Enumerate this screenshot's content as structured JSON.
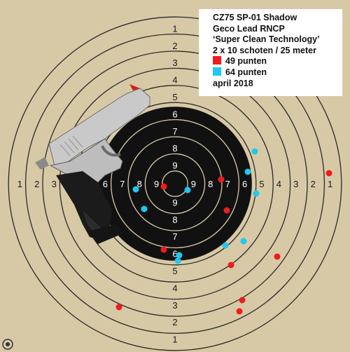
{
  "legend": {
    "title": "CZ75 SP-01 Shadow",
    "ammo": "Geco Lead RNCP",
    "tech": "‘Super Clean Technology’",
    "shots": "2 x 10 schoten / 25 meter",
    "series": [
      {
        "label": "49 punten",
        "color": "#ee1c1c"
      },
      {
        "label": "64 punten",
        "color": "#1ec8f0"
      }
    ],
    "date": "april 2018"
  },
  "target": {
    "ring_numbers": [
      "1",
      "2",
      "3",
      "4",
      "5",
      "6",
      "7",
      "8",
      "9"
    ],
    "paper_color": "#d8c9a6",
    "black_color": "#111111",
    "line_color": "#2a2a2a"
  },
  "hits": {
    "red": 10,
    "blue": 10
  }
}
